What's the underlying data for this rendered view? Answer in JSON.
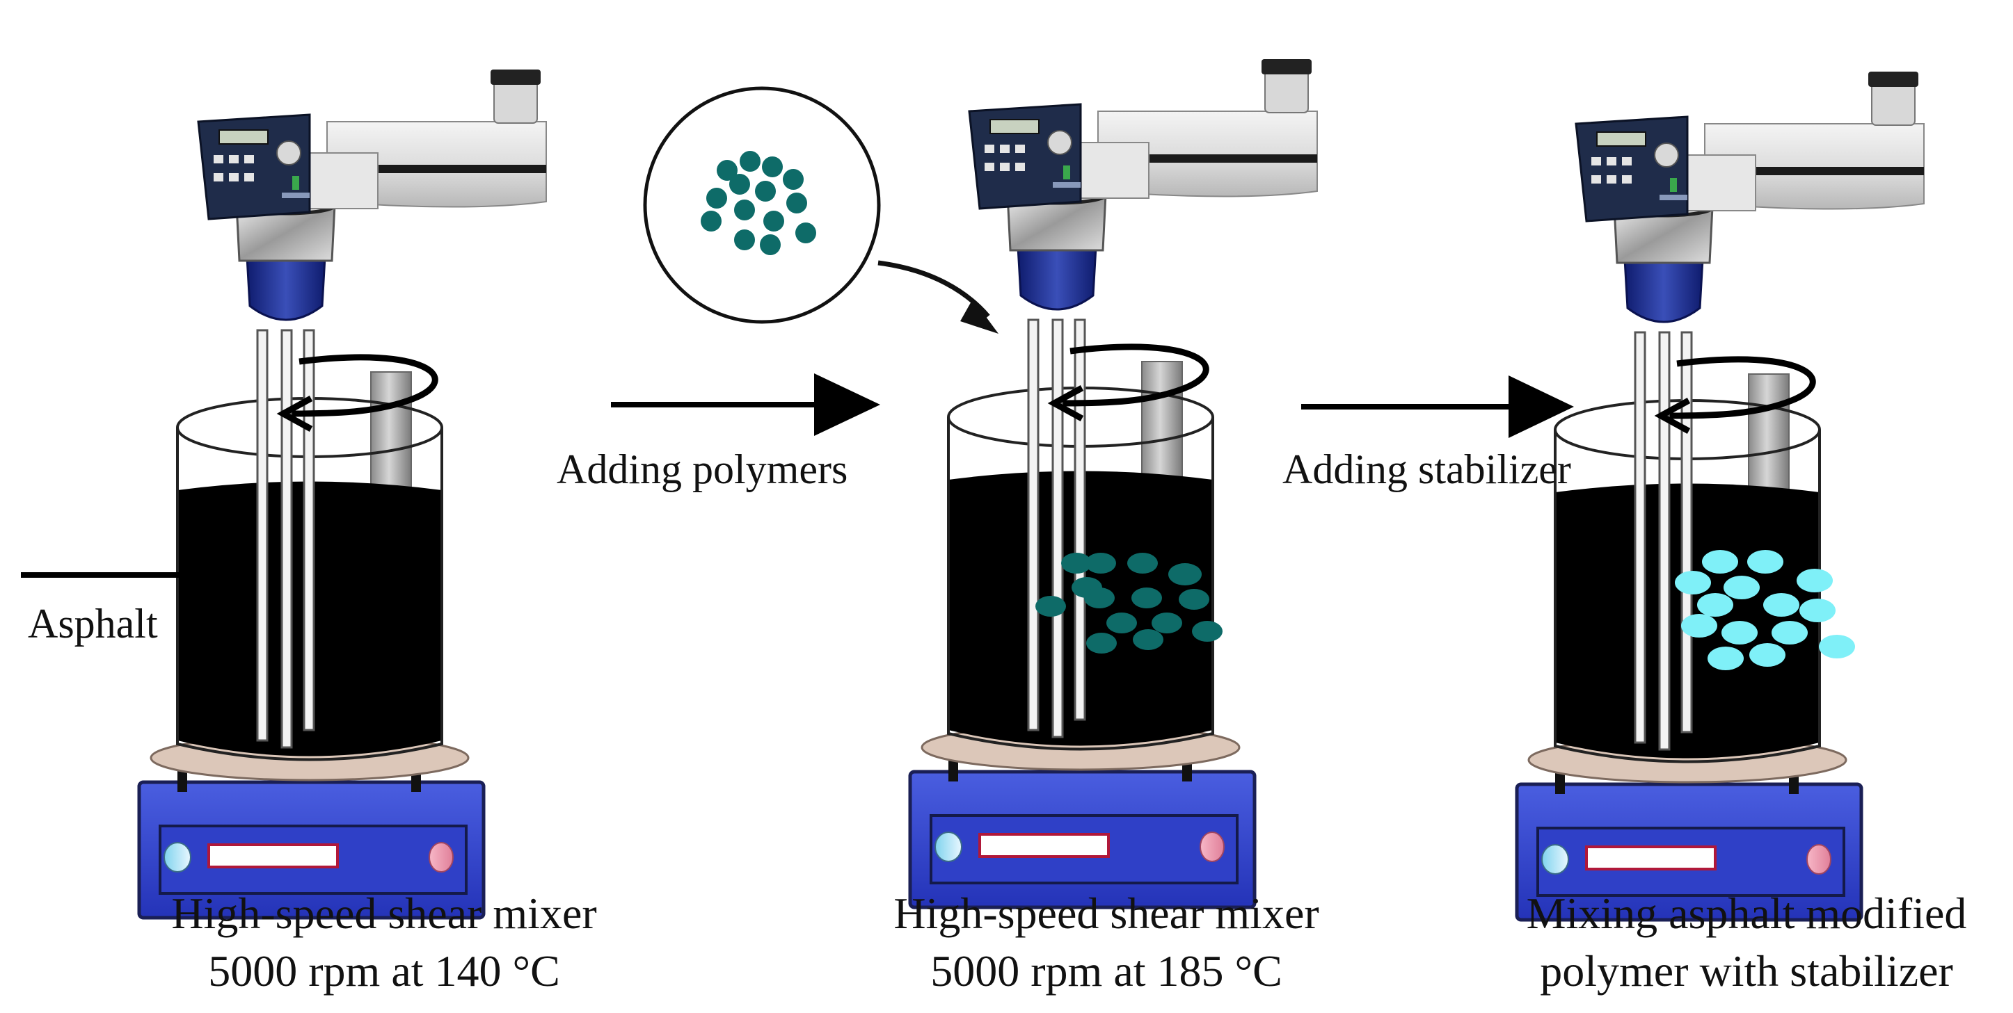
{
  "labels": {
    "input": "Asphalt",
    "step1_action": "Adding polymers",
    "step2_action": "Adding stabilizer"
  },
  "captions": [
    {
      "line1": "High-speed shear mixer",
      "line2": "5000 rpm at 140 °C"
    },
    {
      "line1": "High-speed shear mixer",
      "line2": "5000 rpm at 185 °C"
    },
    {
      "line1": "Mixing asphalt modified",
      "line2": "polymer with stabilizer"
    }
  ],
  "colors": {
    "asphalt": "#000000",
    "polymer": "#0e6b68",
    "stabilizer": "#7ff0f8",
    "hotplate": "#3344cc",
    "mixer_head": "#1b2a88",
    "display_panel": "#1f2c4a"
  }
}
